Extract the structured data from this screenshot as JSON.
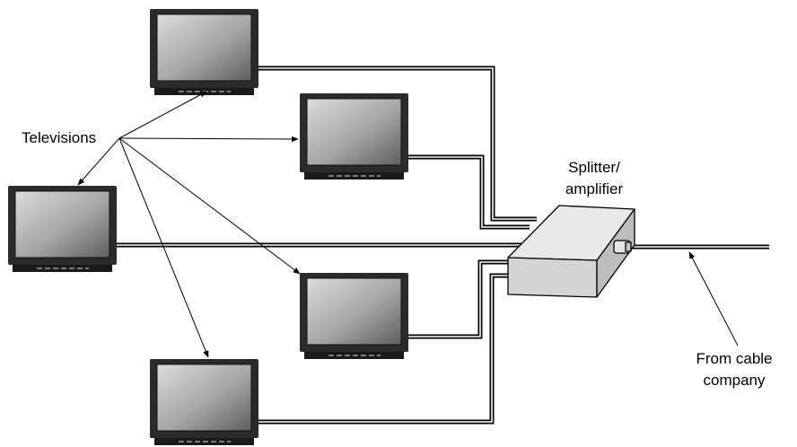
{
  "labels": {
    "televisions": "Televisions",
    "splitter_line1": "Splitter/",
    "splitter_line2": "amplifier",
    "source_line1": "From cable",
    "source_line2": "company"
  },
  "colors": {
    "tv_frame": "#2b2b2b",
    "screen_light": "#d6d6d6",
    "screen_dark": "#6a6a6a",
    "splitter_top": "#e6e6e6",
    "splitter_front": "#d2d2d2",
    "splitter_side": "#b8b8b8",
    "cable": "#000000"
  }
}
